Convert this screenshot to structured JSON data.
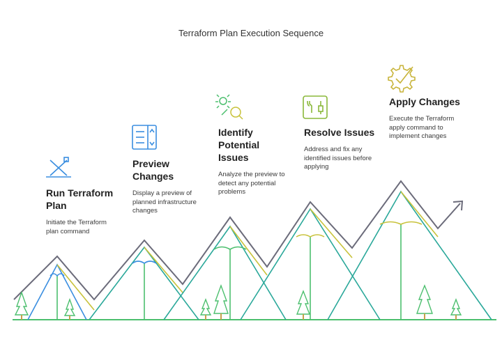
{
  "title": "Terraform Plan Execution Sequence",
  "steps": [
    {
      "title": "Run Terraform Plan",
      "description": "Initiate the Terraform plan command",
      "icon": "tools-icon"
    },
    {
      "title": "Preview Changes",
      "description": "Display a preview of planned infrastructure changes",
      "icon": "document-scroll-icon"
    },
    {
      "title": "Identify Potential Issues",
      "description": "Analyze the preview to detect any potential problems",
      "icon": "bug-magnifier-icon"
    },
    {
      "title": "Resolve Issues",
      "description": "Address and fix any identified issues before applying",
      "icon": "wrench-screwdriver-icon"
    },
    {
      "title": "Apply Changes",
      "description": "Execute the Terraform apply command to implement changes",
      "icon": "gear-check-icon"
    }
  ],
  "colors": {
    "blue": "#3a8ee0",
    "green": "#4cbf6e",
    "yellow": "#c8c23a",
    "teal": "#2aa89a",
    "gray": "#6b6b7a"
  }
}
